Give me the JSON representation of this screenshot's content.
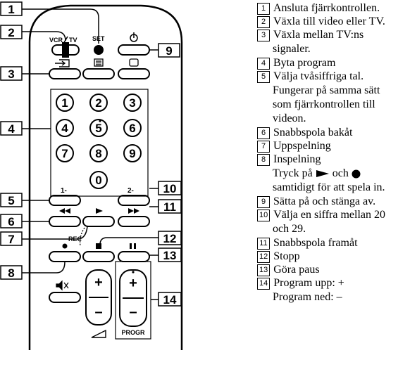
{
  "remote": {
    "labels": {
      "vcr": "VCR",
      "tv": "TV",
      "set": "SET",
      "rec": "REC",
      "progr": "PROGR",
      "one_dash": "1-",
      "two_dash": "2-",
      "plus": "+",
      "minus": "–"
    },
    "digits": [
      "1",
      "2",
      "3",
      "4",
      "5",
      "6",
      "7",
      "8",
      "9",
      "0"
    ],
    "callouts": [
      "1",
      "2",
      "3",
      "4",
      "5",
      "6",
      "7",
      "8",
      "9",
      "10",
      "11",
      "12",
      "13",
      "14"
    ]
  },
  "legend": {
    "items": [
      {
        "num": "1",
        "lines": [
          "Ansluta fjärrkontrollen."
        ]
      },
      {
        "num": "2",
        "lines": [
          "Växla till video eller TV."
        ]
      },
      {
        "num": "3",
        "lines": [
          "Växla mellan TV:ns",
          "signaler."
        ]
      },
      {
        "num": "4",
        "lines": [
          "Byta program"
        ]
      },
      {
        "num": "5",
        "lines": [
          "Välja tvåsiffriga tal.",
          "Fungerar på samma sätt",
          "som fjärrkontrollen till",
          "videon."
        ]
      },
      {
        "num": "6",
        "lines": [
          "Snabbspola bakåt"
        ]
      },
      {
        "num": "7",
        "lines": [
          "Uppspelning"
        ]
      },
      {
        "num": "8",
        "lines": [
          "Inspelning"
        ]
      },
      {
        "num": "9",
        "lines": [
          "Sätta på och stänga av."
        ]
      },
      {
        "num": "10",
        "lines": [
          "Välja en siffra mellan 20",
          "och 29."
        ]
      },
      {
        "num": "11",
        "lines": [
          "Snabbspola framåt"
        ]
      },
      {
        "num": "12",
        "lines": [
          "Stopp"
        ]
      },
      {
        "num": "13",
        "lines": [
          "Göra paus"
        ]
      },
      {
        "num": "14",
        "lines": [
          "Program upp: +",
          "Program ned: –"
        ]
      }
    ],
    "rec_note": {
      "before": "Tryck på",
      "middle": "och",
      "line2": "samtidigt för att spela in."
    }
  }
}
